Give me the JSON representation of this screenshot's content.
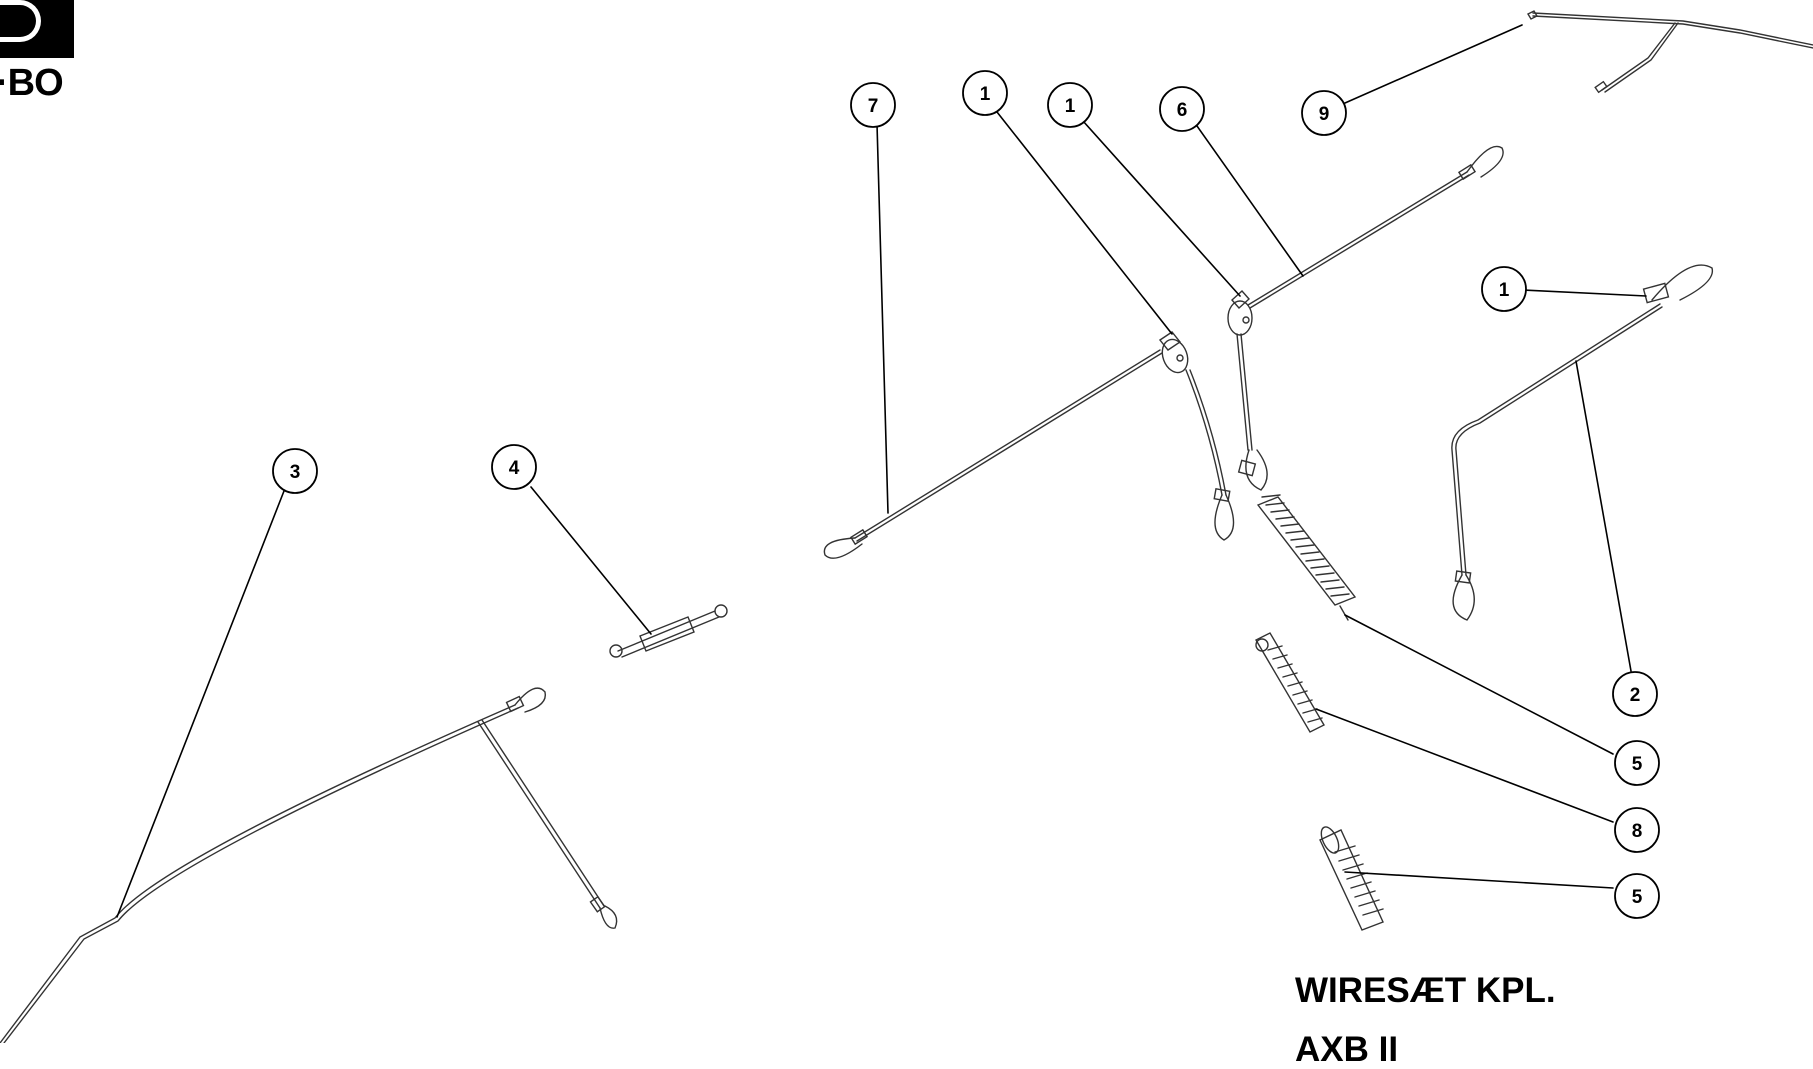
{
  "logo": {
    "text": "·BO"
  },
  "callouts": [
    {
      "id": "c7",
      "label": "7"
    },
    {
      "id": "c1a",
      "label": "1"
    },
    {
      "id": "c1b",
      "label": "1"
    },
    {
      "id": "c6",
      "label": "6"
    },
    {
      "id": "c9",
      "label": "9"
    },
    {
      "id": "c1c",
      "label": "1"
    },
    {
      "id": "c3",
      "label": "3"
    },
    {
      "id": "c4",
      "label": "4"
    },
    {
      "id": "c2",
      "label": "2"
    },
    {
      "id": "c5a",
      "label": "5"
    },
    {
      "id": "c8",
      "label": "8"
    },
    {
      "id": "c5b",
      "label": "5"
    }
  ],
  "title": {
    "line1": "WIRESÆT KPL.",
    "line2": "AXB II"
  }
}
